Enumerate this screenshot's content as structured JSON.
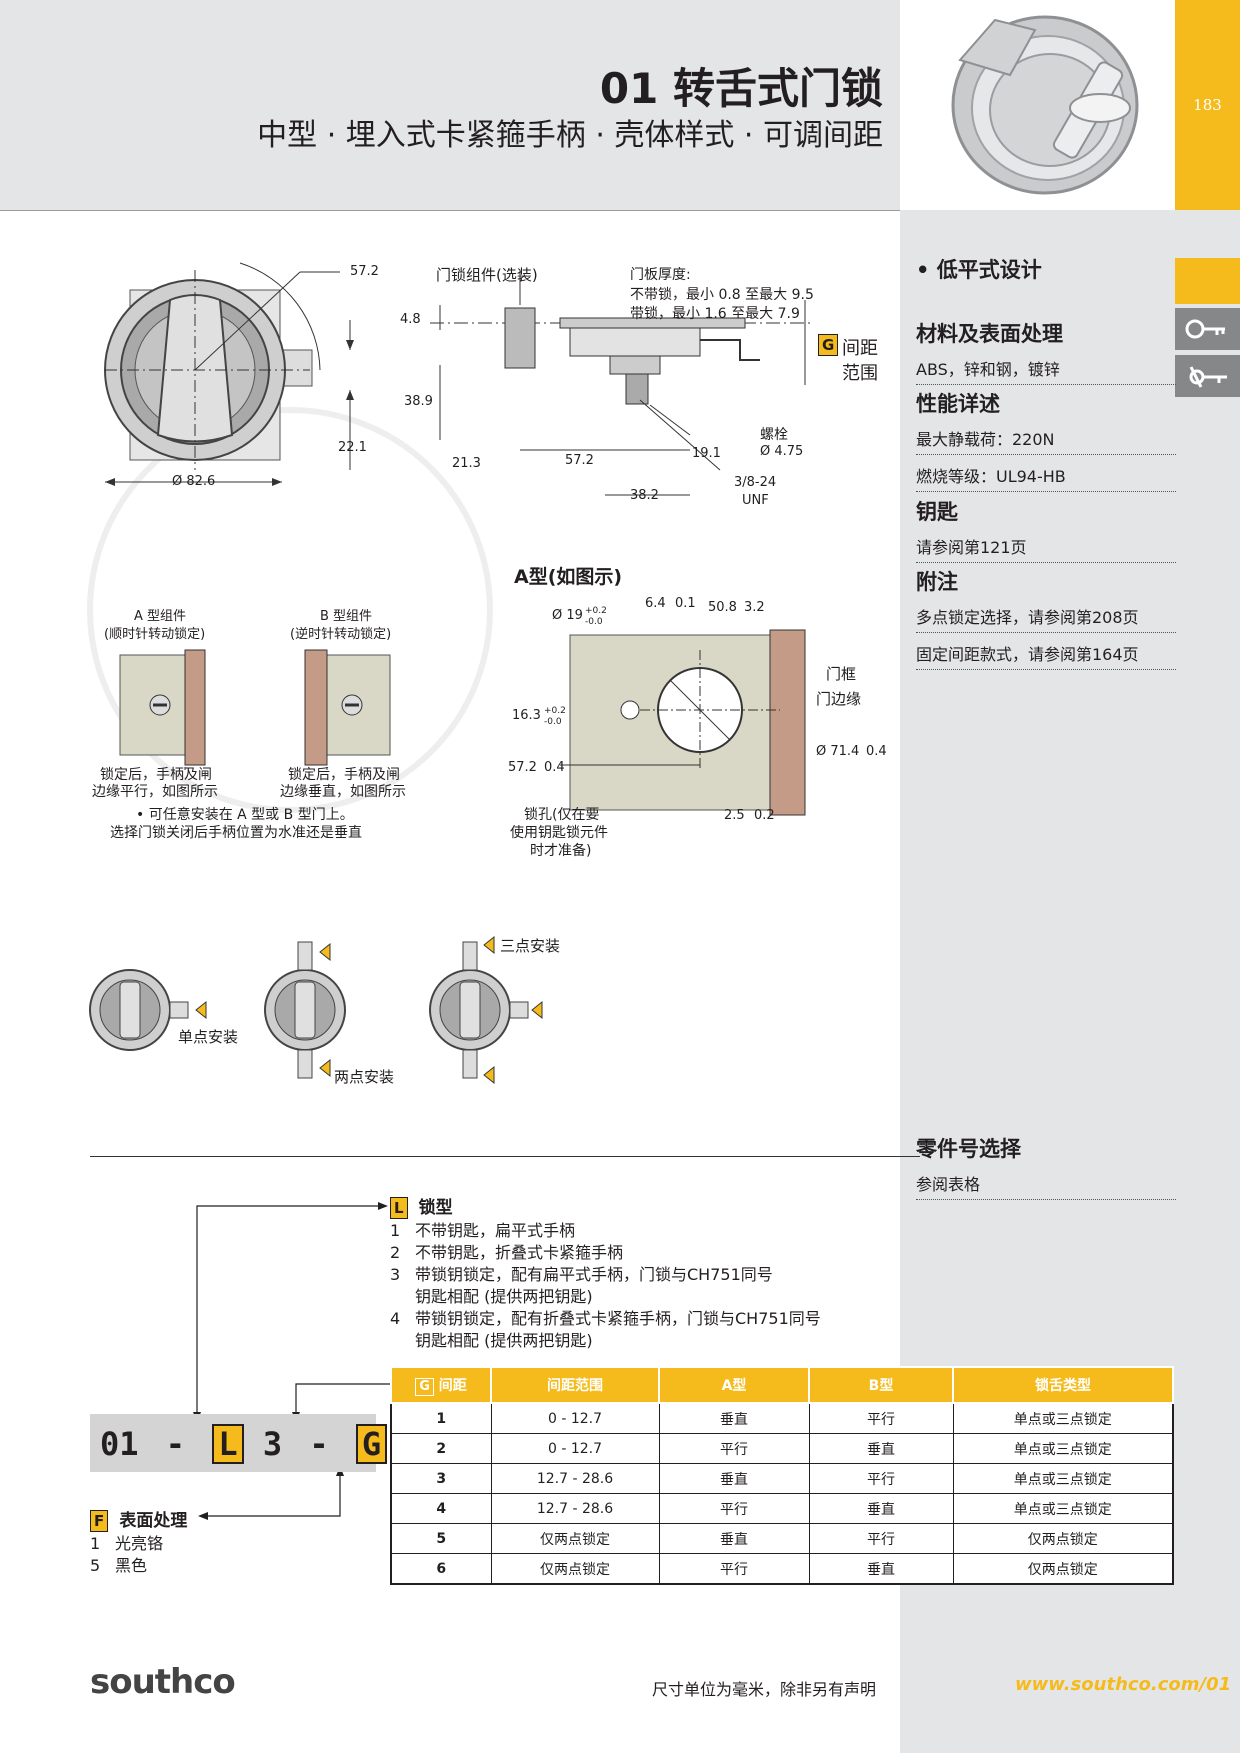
{
  "page_number": "183",
  "header": {
    "title": "01 转舌式门锁",
    "subtitle": "中型 · 埋入式卡紧箍手柄 · 壳体样式 · 可调间距"
  },
  "sidebar": {
    "feature": "•  低平式设计",
    "sections": [
      {
        "heading": "材料及表面处理",
        "rows": [
          "ABS，锌和钢，镀锌"
        ]
      },
      {
        "heading": "性能详述",
        "rows": [
          "最大静载荷：220N",
          "燃烧等级：UL94-HB"
        ]
      },
      {
        "heading": "钥匙",
        "rows": [
          "请参阅第121页"
        ]
      },
      {
        "heading": "附注",
        "rows": [
          "多点锁定选择，请参阅第208页",
          "固定间距款式，请参阅第164页"
        ]
      }
    ],
    "parts_heading": "零件号选择",
    "parts_sub": "参阅表格"
  },
  "drawing_top": {
    "dim_57_2": "57.2",
    "dim_82_6": "Ø 82.6",
    "dim_22_1": "22.1",
    "lock_assembly": "门锁组件(选装)",
    "panel_thickness": "门板厚度:",
    "panel_no_lock": "不带锁，最小 0.8 至最大 9.5",
    "panel_with_lock": "带锁，最小 1.6 至最大 7.9",
    "g_tag": "G",
    "g_label1": "间距",
    "g_label2": "范围",
    "dim_4_8": "4.8",
    "dim_38_9": "38.9",
    "dim_21_3": "21.3",
    "dim_57_2b": "57.2",
    "dim_19_1": "19.1",
    "dim_38_2": "38.2",
    "bolt": "螺栓",
    "bolt_dia": "Ø 4.75",
    "thread1": "3/8-24",
    "thread2": "UNF"
  },
  "drawing_mid": {
    "type_a_title": "A型(如图示)",
    "a_label": "A 型组件",
    "a_sub": "(顺时针转动锁定)",
    "b_label": "B 型组件",
    "b_sub": "(逆时针转动锁定)",
    "a_note1": "锁定后，手柄及闸",
    "a_note2": "边缘平行，如图所示",
    "b_note1": "锁定后，手柄及闸",
    "b_note2": "边缘垂直，如图所示",
    "bullet1": "• 可任意安装在 A 型或 B 型门上。",
    "bullet2": "选择门锁关闭后手柄位置为水准还是垂直",
    "dia19": "Ø 19",
    "dia19_tol_top": "+0.2",
    "dia19_tol_bot": "-0.0",
    "d6_4": "6.4",
    "d0_1": "0.1",
    "d50_8": "50.8",
    "d3_2": "3.2",
    "d16_3": "16.3",
    "d16_tol_top": "+0.2",
    "d16_tol_bot": "-0.0",
    "d57_2": "57.2",
    "d0_4": "0.4",
    "frame": "门框",
    "door_edge": "门边缘",
    "d71_4": "Ø 71.4",
    "d71_tol": "0.4",
    "d2_5": "2.5",
    "d0_2": "0.2",
    "keyhole1": "锁孔(仅在要",
    "keyhole2": "使用钥匙锁元件",
    "keyhole3": "时才准备)"
  },
  "mount": {
    "single": "单点安装",
    "double": "两点安装",
    "triple": "三点安装"
  },
  "parts": {
    "l_tag": "L",
    "l_title": "锁型",
    "lock_types": [
      {
        "n": "1",
        "t": "不带钥匙，扁平式手柄"
      },
      {
        "n": "2",
        "t": "不带钥匙，折叠式卡紧箍手柄"
      },
      {
        "n": "3",
        "t": "带锁钥锁定，配有扁平式手柄，门锁与CH751同号",
        "t2": "钥匙相配 (提供两把钥匙)"
      },
      {
        "n": "4",
        "t": "带锁钥锁定，配有折叠式卡紧箍手柄，门锁与CH751同号",
        "t2": "钥匙相配 (提供两把钥匙)"
      }
    ],
    "pn_prefix": "01",
    "pn_sep": "-",
    "pn_l": "L",
    "pn_3": "3",
    "pn_g": "G",
    "pn_f": "F",
    "f_tag": "F",
    "f_title": "表面处理",
    "finishes": [
      {
        "n": "1",
        "t": "光亮铬"
      },
      {
        "n": "5",
        "t": "黑色"
      }
    ],
    "table_headers": [
      "间距",
      "间距范围",
      "A型",
      "B型",
      "锁舌类型"
    ],
    "table_g_tag": "G",
    "table_rows": [
      [
        "1",
        "0 - 12.7",
        "垂直",
        "平行",
        "单点或三点锁定"
      ],
      [
        "2",
        "0 - 12.7",
        "平行",
        "垂直",
        "单点或三点锁定"
      ],
      [
        "3",
        "12.7 - 28.6",
        "垂直",
        "平行",
        "单点或三点锁定"
      ],
      [
        "4",
        "12.7 - 28.6",
        "平行",
        "垂直",
        "单点或三点锁定"
      ],
      [
        "5",
        "仅两点锁定",
        "垂直",
        "平行",
        "仅两点锁定"
      ],
      [
        "6",
        "仅两点锁定",
        "平行",
        "垂直",
        "仅两点锁定"
      ]
    ]
  },
  "footer": {
    "logo": "southco",
    "note": "尺寸单位为毫米，除非另有声明",
    "url": "www.southco.com/01"
  },
  "colors": {
    "accent": "#f5bb1d",
    "panel_gray": "#e4e5e7",
    "door": "#c39b86",
    "plate": "#d9d7c5"
  }
}
